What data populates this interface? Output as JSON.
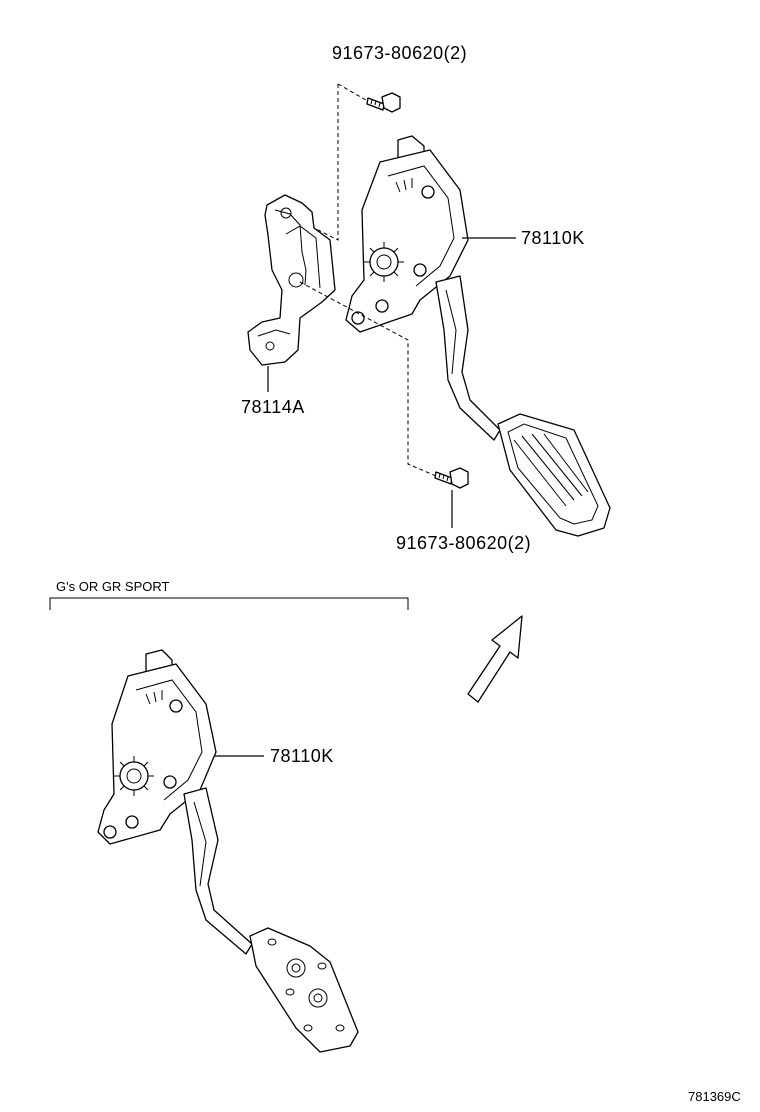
{
  "labels": {
    "bolt_top": "91673-80620(2)",
    "pedal_upper": "78110K",
    "bracket": "78114A",
    "bolt_bottom": "91673-80620(2)",
    "variant_note": "G's OR GR SPORT",
    "pedal_lower": "78110K",
    "diagram_code": "781369C"
  },
  "icons": {
    "bolt": "hex-bolt-icon",
    "arrow": "direction-arrow-icon"
  }
}
